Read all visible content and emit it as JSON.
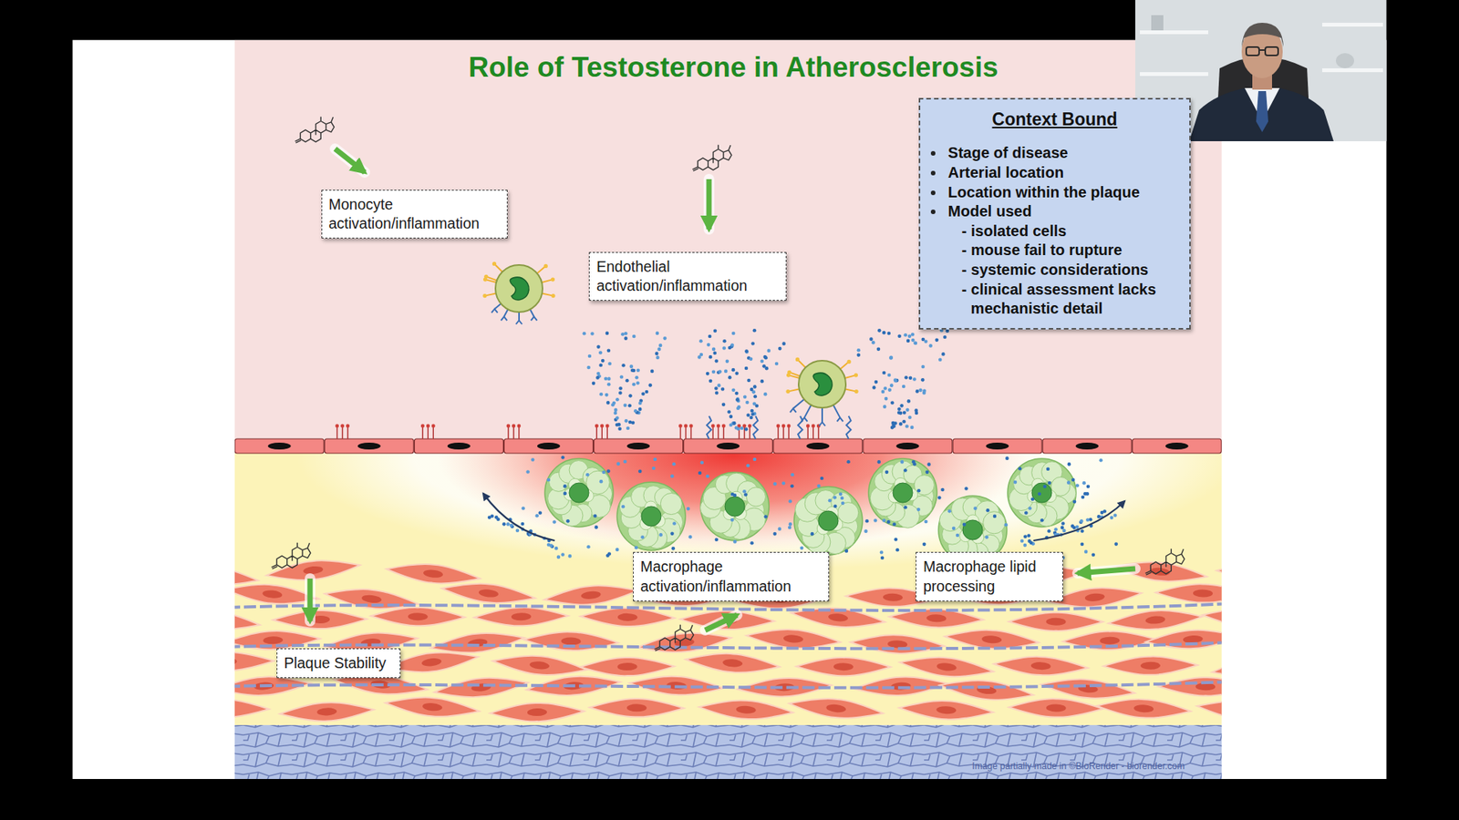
{
  "diagram": {
    "title": "Role of Testosterone in Atherosclerosis",
    "nodes": [
      {
        "text": [
          "Monocyte activation/inflammation"
        ]
      },
      {
        "text": [
          "Endothelial activation/inflammation"
        ]
      },
      {
        "text": [
          "Context Bound",
          "Stage of disease",
          "Arterial location",
          "Location within the plaque",
          "Model used",
          "- isolated cells",
          "- mouse fail to rupture",
          "- systemic considerations",
          "- clinical assessment lacks mechanistic detail"
        ]
      },
      {
        "text": [
          "Macrophage activation/inflammation"
        ]
      },
      {
        "text": [
          "Macrophage lipid processing"
        ]
      },
      {
        "text": [
          "Plaque Stability"
        ]
      }
    ],
    "labels": [
      "Image partially made in ©BioRender - biorender.com"
    ]
  }
}
